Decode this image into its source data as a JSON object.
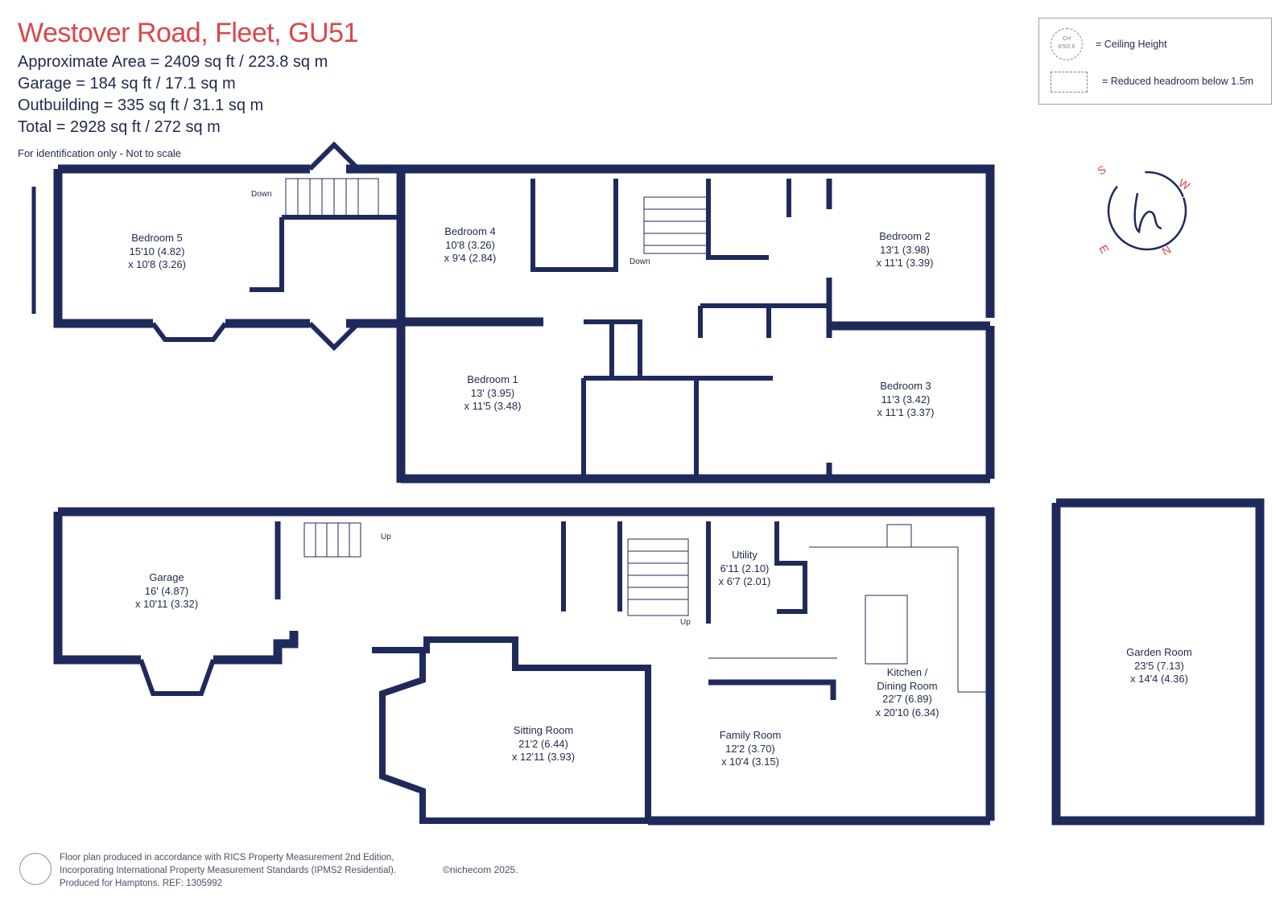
{
  "header": {
    "title": "Westover Road, Fleet, GU51",
    "approx_area": "Approximate Area = 2409 sq ft / 223.8 sq m",
    "garage": "Garage = 184 sq ft / 17.1 sq m",
    "outbuilding": "Outbuilding = 335 sq ft / 31.1 sq m",
    "total": "Total = 2928 sq ft / 272 sq m",
    "note": "For identification only - Not to scale"
  },
  "legend": {
    "ceiling_icon_text": "CH\n8'5/2.6",
    "ceiling_label": "= Ceiling Height",
    "reduced_label": "= Reduced headroom below 1.5m"
  },
  "compass": {
    "n": "N",
    "s": "S",
    "e": "E",
    "w": "W"
  },
  "upper_floor": {
    "bedroom5": {
      "name": "Bedroom 5",
      "dim1": "15'10 (4.82)",
      "dim2": "x 10'8 (3.26)"
    },
    "bedroom4": {
      "name": "Bedroom 4",
      "dim1": "10'8 (3.26)",
      "dim2": "x 9'4 (2.84)"
    },
    "bedroom2": {
      "name": "Bedroom 2",
      "dim1": "13'1 (3.98)",
      "dim2": "x 11'1 (3.39)"
    },
    "bedroom1": {
      "name": "Bedroom 1",
      "dim1": "13' (3.95)",
      "dim2": "x 11'5 (3.48)"
    },
    "bedroom3": {
      "name": "Bedroom 3",
      "dim1": "11'3 (3.42)",
      "dim2": "x 11'1 (3.37)"
    },
    "down_label_1": "Down",
    "down_label_2": "Down"
  },
  "ground_floor": {
    "garage": {
      "name": "Garage",
      "dim1": "16' (4.87)",
      "dim2": "x 10'11 (3.32)"
    },
    "utility": {
      "name": "Utility",
      "dim1": "6'11 (2.10)",
      "dim2": "x 6'7 (2.01)"
    },
    "kitchen": {
      "name": "Kitchen /",
      "name2": "Dining Room",
      "dim1": "22'7 (6.89)",
      "dim2": "x 20'10 (6.34)"
    },
    "sitting": {
      "name": "Sitting Room",
      "dim1": "21'2 (6.44)",
      "dim2": "x 12'11 (3.93)"
    },
    "family": {
      "name": "Family Room",
      "dim1": "12'2 (3.70)",
      "dim2": "x 10'4 (3.15)"
    },
    "up_label_1": "Up",
    "up_label_2": "Up"
  },
  "outbuilding": {
    "garden_room": {
      "name": "Garden Room",
      "dim1": "23'5 (7.13)",
      "dim2": "x 14'4 (4.36)"
    }
  },
  "footer": {
    "line1": "Floor plan produced in accordance with RICS Property Measurement 2nd Edition,",
    "line2": "Incorporating International Property Measurement Standards (IPMS2 Residential).",
    "line3": "Produced for Hamptons.   REF:  1305992",
    "copyright": "©nichecom 2025."
  },
  "colors": {
    "wall": "#1f2a5c",
    "title": "#d9474a",
    "text": "#1f2a4e"
  }
}
